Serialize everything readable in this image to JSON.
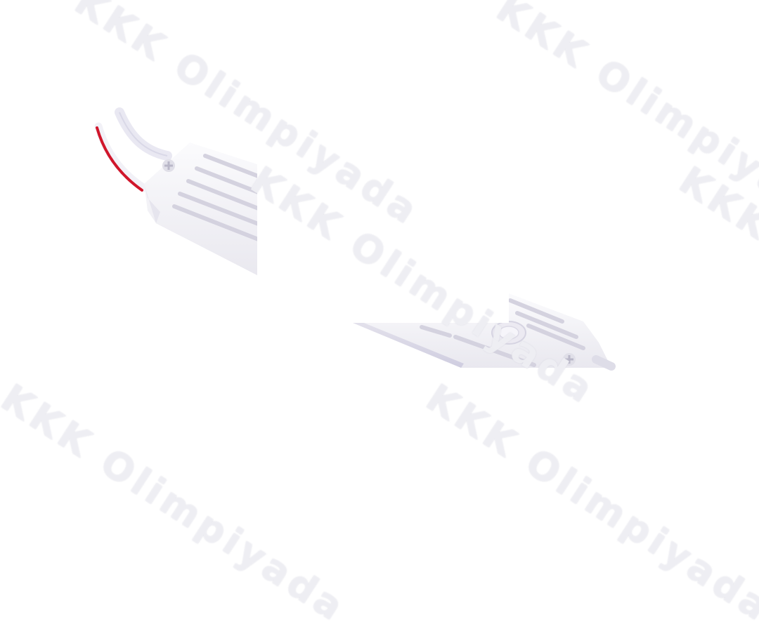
{
  "image": {
    "subject": "white-led-module-with-ribbed-housing-and-two-wires",
    "background_color": "#ffffff",
    "housing_color": "#f7f6f9",
    "rib_shadow_color": "#d9d7e2",
    "wire_white_color": "#ecebf3",
    "wire_red_color": "#d0162b"
  },
  "watermarks": [
    {
      "text": "KKK Olimpiyada"
    },
    {
      "text": "KKK Olimpiyada"
    },
    {
      "text": "KKK Olimpiyada"
    },
    {
      "text": "KKK Olimpiyada"
    },
    {
      "text": "KKK Olimpiyada"
    },
    {
      "text": "KKK Olimpiyada"
    }
  ]
}
